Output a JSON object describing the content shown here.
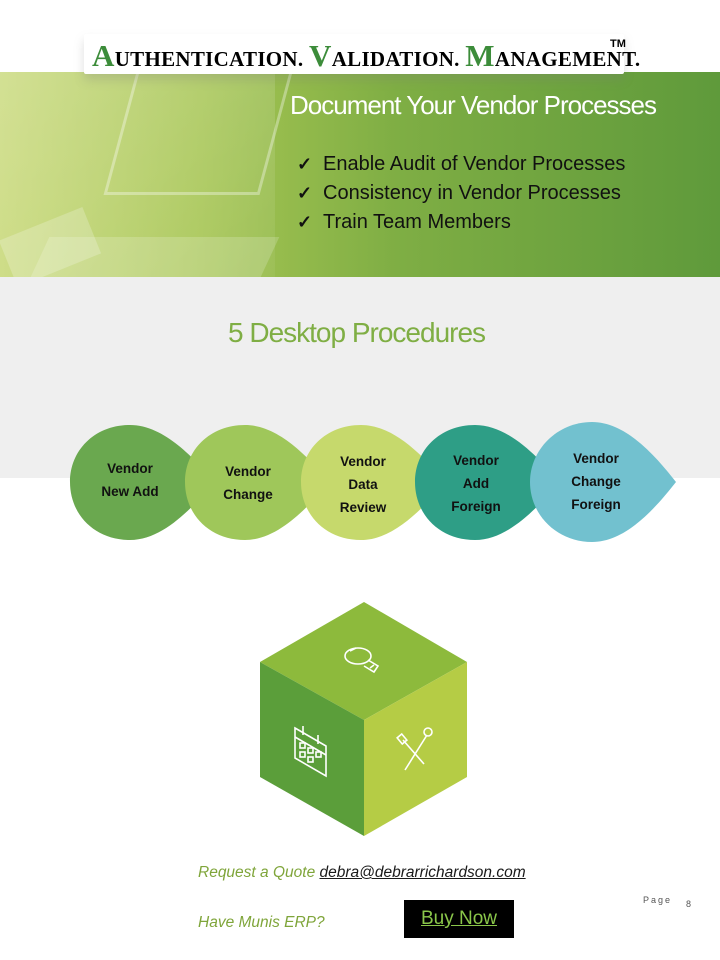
{
  "header": {
    "title_parts": [
      {
        "big": "A",
        "rest": "UTHENTICATION. "
      },
      {
        "big": "V",
        "rest": "ALIDATION. "
      },
      {
        "big": "M",
        "rest": "ANAGEMENT."
      }
    ],
    "trademark": "TM"
  },
  "banner": {
    "heading": "Document Your Vendor Processes",
    "checks": [
      "Enable Audit of Vendor Processes",
      "Consistency in Vendor Processes",
      "Train Team Members"
    ]
  },
  "section": {
    "heading": "5 Desktop Procedures",
    "procedures": [
      {
        "label_lines": [
          "Vendor",
          "New Add"
        ],
        "color": "#6aa84f"
      },
      {
        "label_lines": [
          "Vendor",
          "Change"
        ],
        "color": "#9fc75a"
      },
      {
        "label_lines": [
          "Vendor",
          "Data",
          "Review"
        ],
        "color": "#c6d96c"
      },
      {
        "label_lines": [
          "Vendor",
          "Add",
          "Foreign"
        ],
        "color": "#2e9e86"
      },
      {
        "label_lines": [
          "Vendor",
          "Change",
          "Foreign"
        ],
        "color": "#72c1cf"
      }
    ]
  },
  "cube": {
    "colors": {
      "top": "#8dba3c",
      "left": "#5b9e3a",
      "right": "#b5cc45"
    },
    "icons": [
      "lightbulb-icon",
      "calendar-icon",
      "tools-icon"
    ]
  },
  "footer": {
    "quote_label": "Request a Quote ",
    "email": "debra@debrarrichardson.com",
    "munis_question": "Have Munis ERP?",
    "buy_label": "Buy Now",
    "page_label": "Page",
    "page_number": "8"
  }
}
